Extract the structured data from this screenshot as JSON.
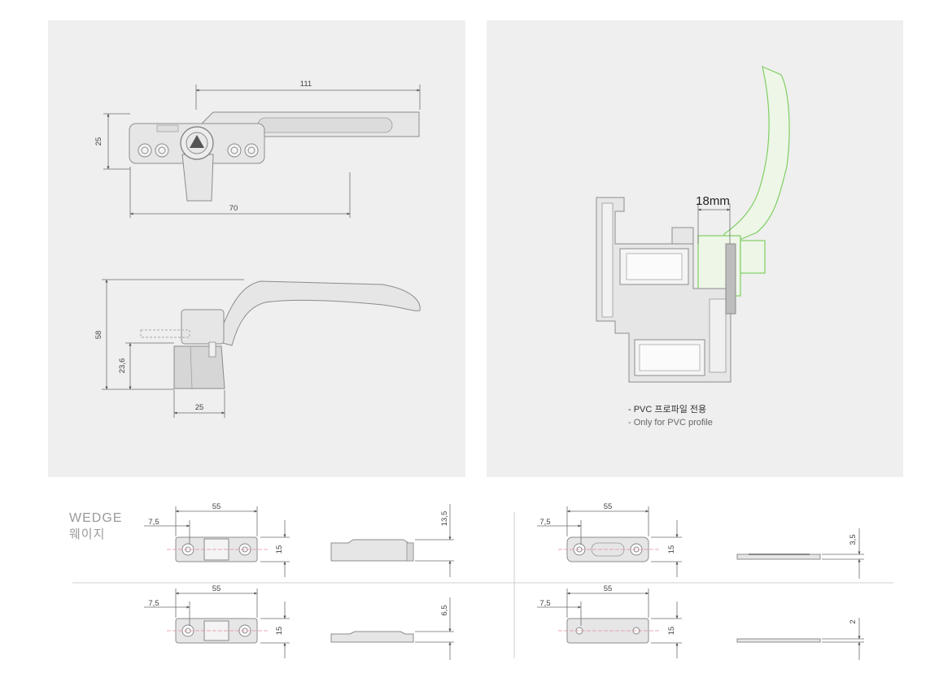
{
  "top_view": {
    "dim_length": "111",
    "dim_height": "25",
    "dim_spacing": "70"
  },
  "side_view": {
    "dim_total_height": "58",
    "dim_base_height": "23,6",
    "dim_base_width": "25"
  },
  "profile_view": {
    "dim_gap": "18mm",
    "note_ko": "- PVC 프로파일 전용",
    "note_en": "- Only for PVC profile"
  },
  "wedge": {
    "title_en": "WEDGE",
    "title_ko": "웨이지",
    "items": [
      {
        "dim_length": "55",
        "dim_offset": "7,5",
        "dim_width": "15",
        "dim_thickness": "13,5"
      },
      {
        "dim_length": "55",
        "dim_offset": "7,5",
        "dim_width": "15",
        "dim_thickness": "3,5"
      },
      {
        "dim_length": "55",
        "dim_offset": "7,5",
        "dim_width": "15",
        "dim_thickness": "6,5"
      },
      {
        "dim_length": "55",
        "dim_offset": "7,5",
        "dim_width": "15",
        "dim_thickness": "2"
      }
    ]
  },
  "colors": {
    "panel": "#efefef",
    "accent_green": "#7fcf62",
    "centerline": "#e58a9a"
  }
}
